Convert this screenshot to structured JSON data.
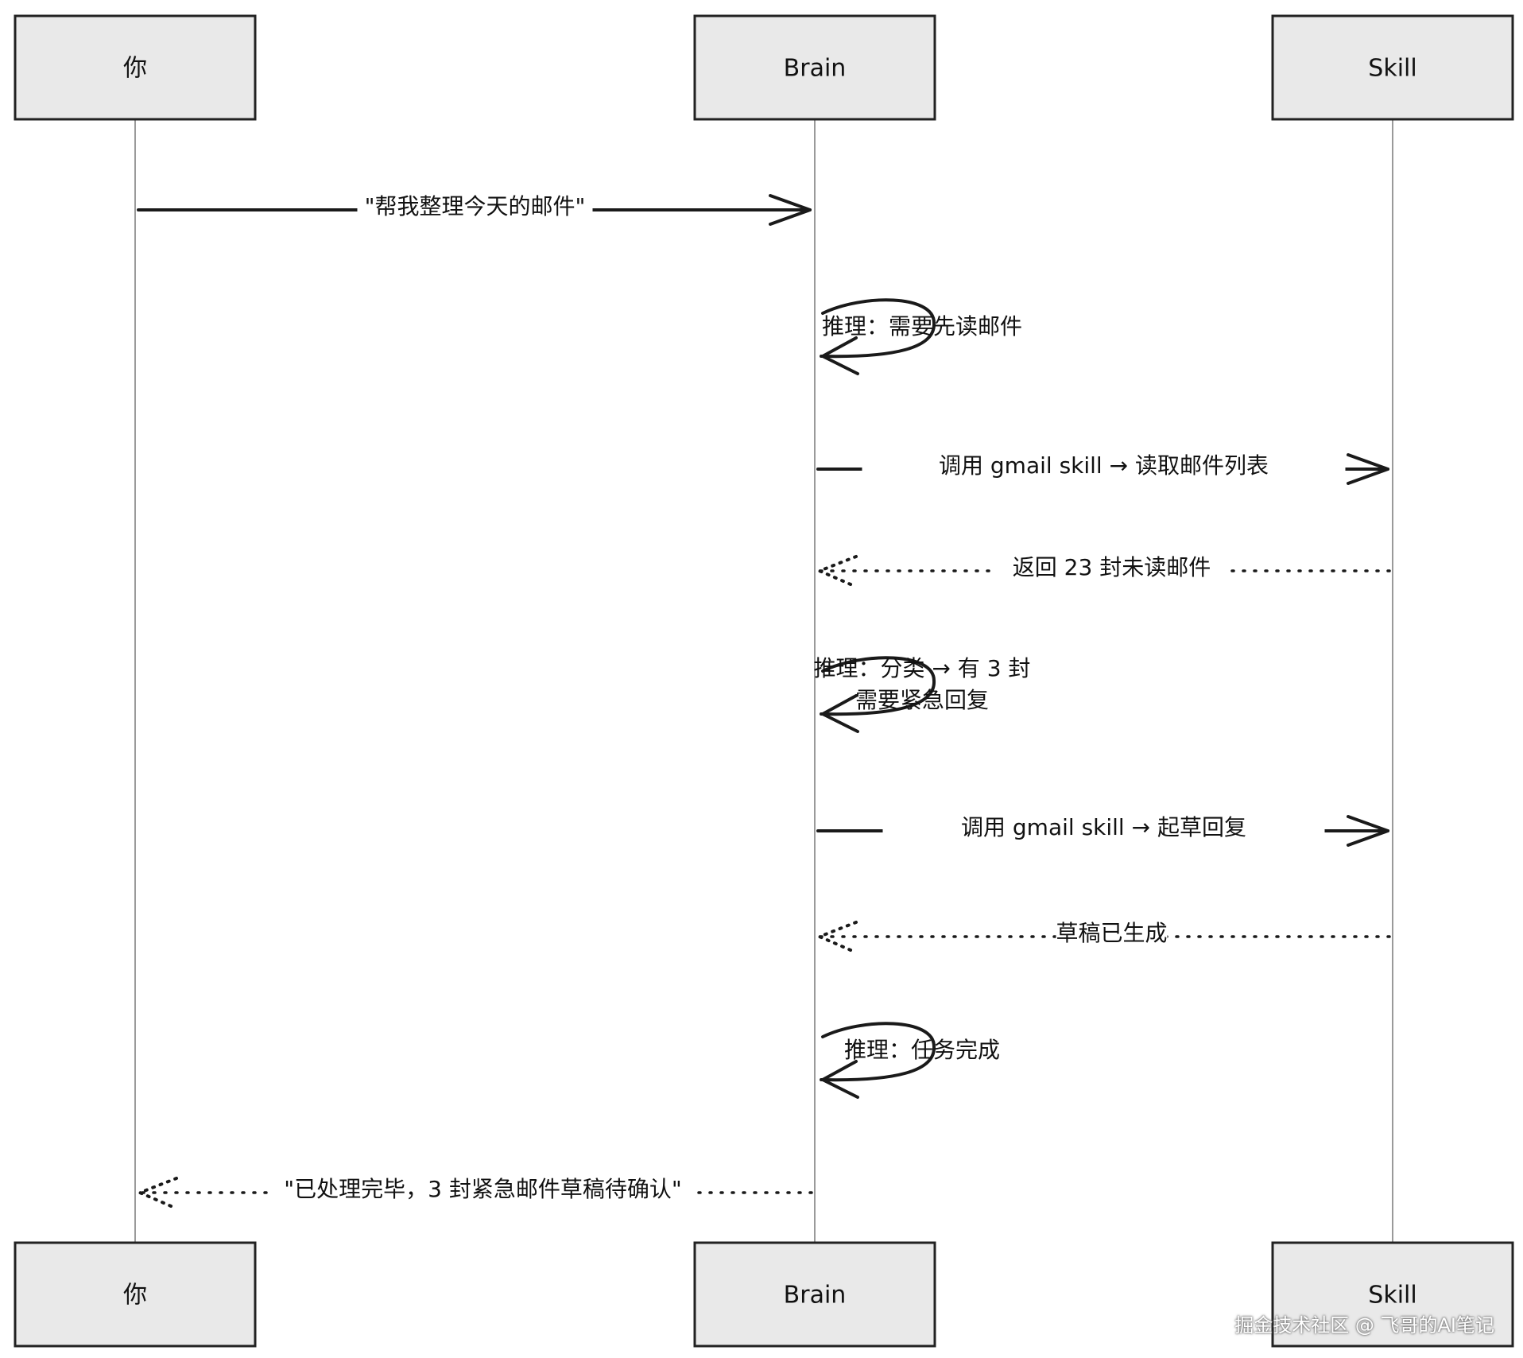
{
  "participants": [
    {
      "id": "you",
      "label": "你"
    },
    {
      "id": "brain",
      "label": "Brain"
    },
    {
      "id": "skill",
      "label": "Skill"
    }
  ],
  "messages": [
    {
      "from": "you",
      "to": "brain",
      "style": "solid",
      "label": "\"帮我整理今天的邮件\""
    },
    {
      "from": "brain",
      "to": "brain",
      "style": "self",
      "label": "推理：需要先读邮件"
    },
    {
      "from": "brain",
      "to": "skill",
      "style": "solid",
      "label": "调用 gmail skill → 读取邮件列表"
    },
    {
      "from": "skill",
      "to": "brain",
      "style": "dotted",
      "label": "返回 23 封未读邮件"
    },
    {
      "from": "brain",
      "to": "brain",
      "style": "self",
      "label": "推理：分类 → 有 3 封\n需要紧急回复"
    },
    {
      "from": "brain",
      "to": "skill",
      "style": "solid",
      "label": "调用 gmail skill → 起草回复"
    },
    {
      "from": "skill",
      "to": "brain",
      "style": "dotted",
      "label": "草稿已生成"
    },
    {
      "from": "brain",
      "to": "brain",
      "style": "self",
      "label": "推理：任务完成"
    },
    {
      "from": "brain",
      "to": "you",
      "style": "dotted",
      "label": "\"已处理完毕，3 封紧急邮件草稿待确认\""
    }
  ],
  "watermark": "掘金技术社区 @ 飞哥的AI笔记"
}
